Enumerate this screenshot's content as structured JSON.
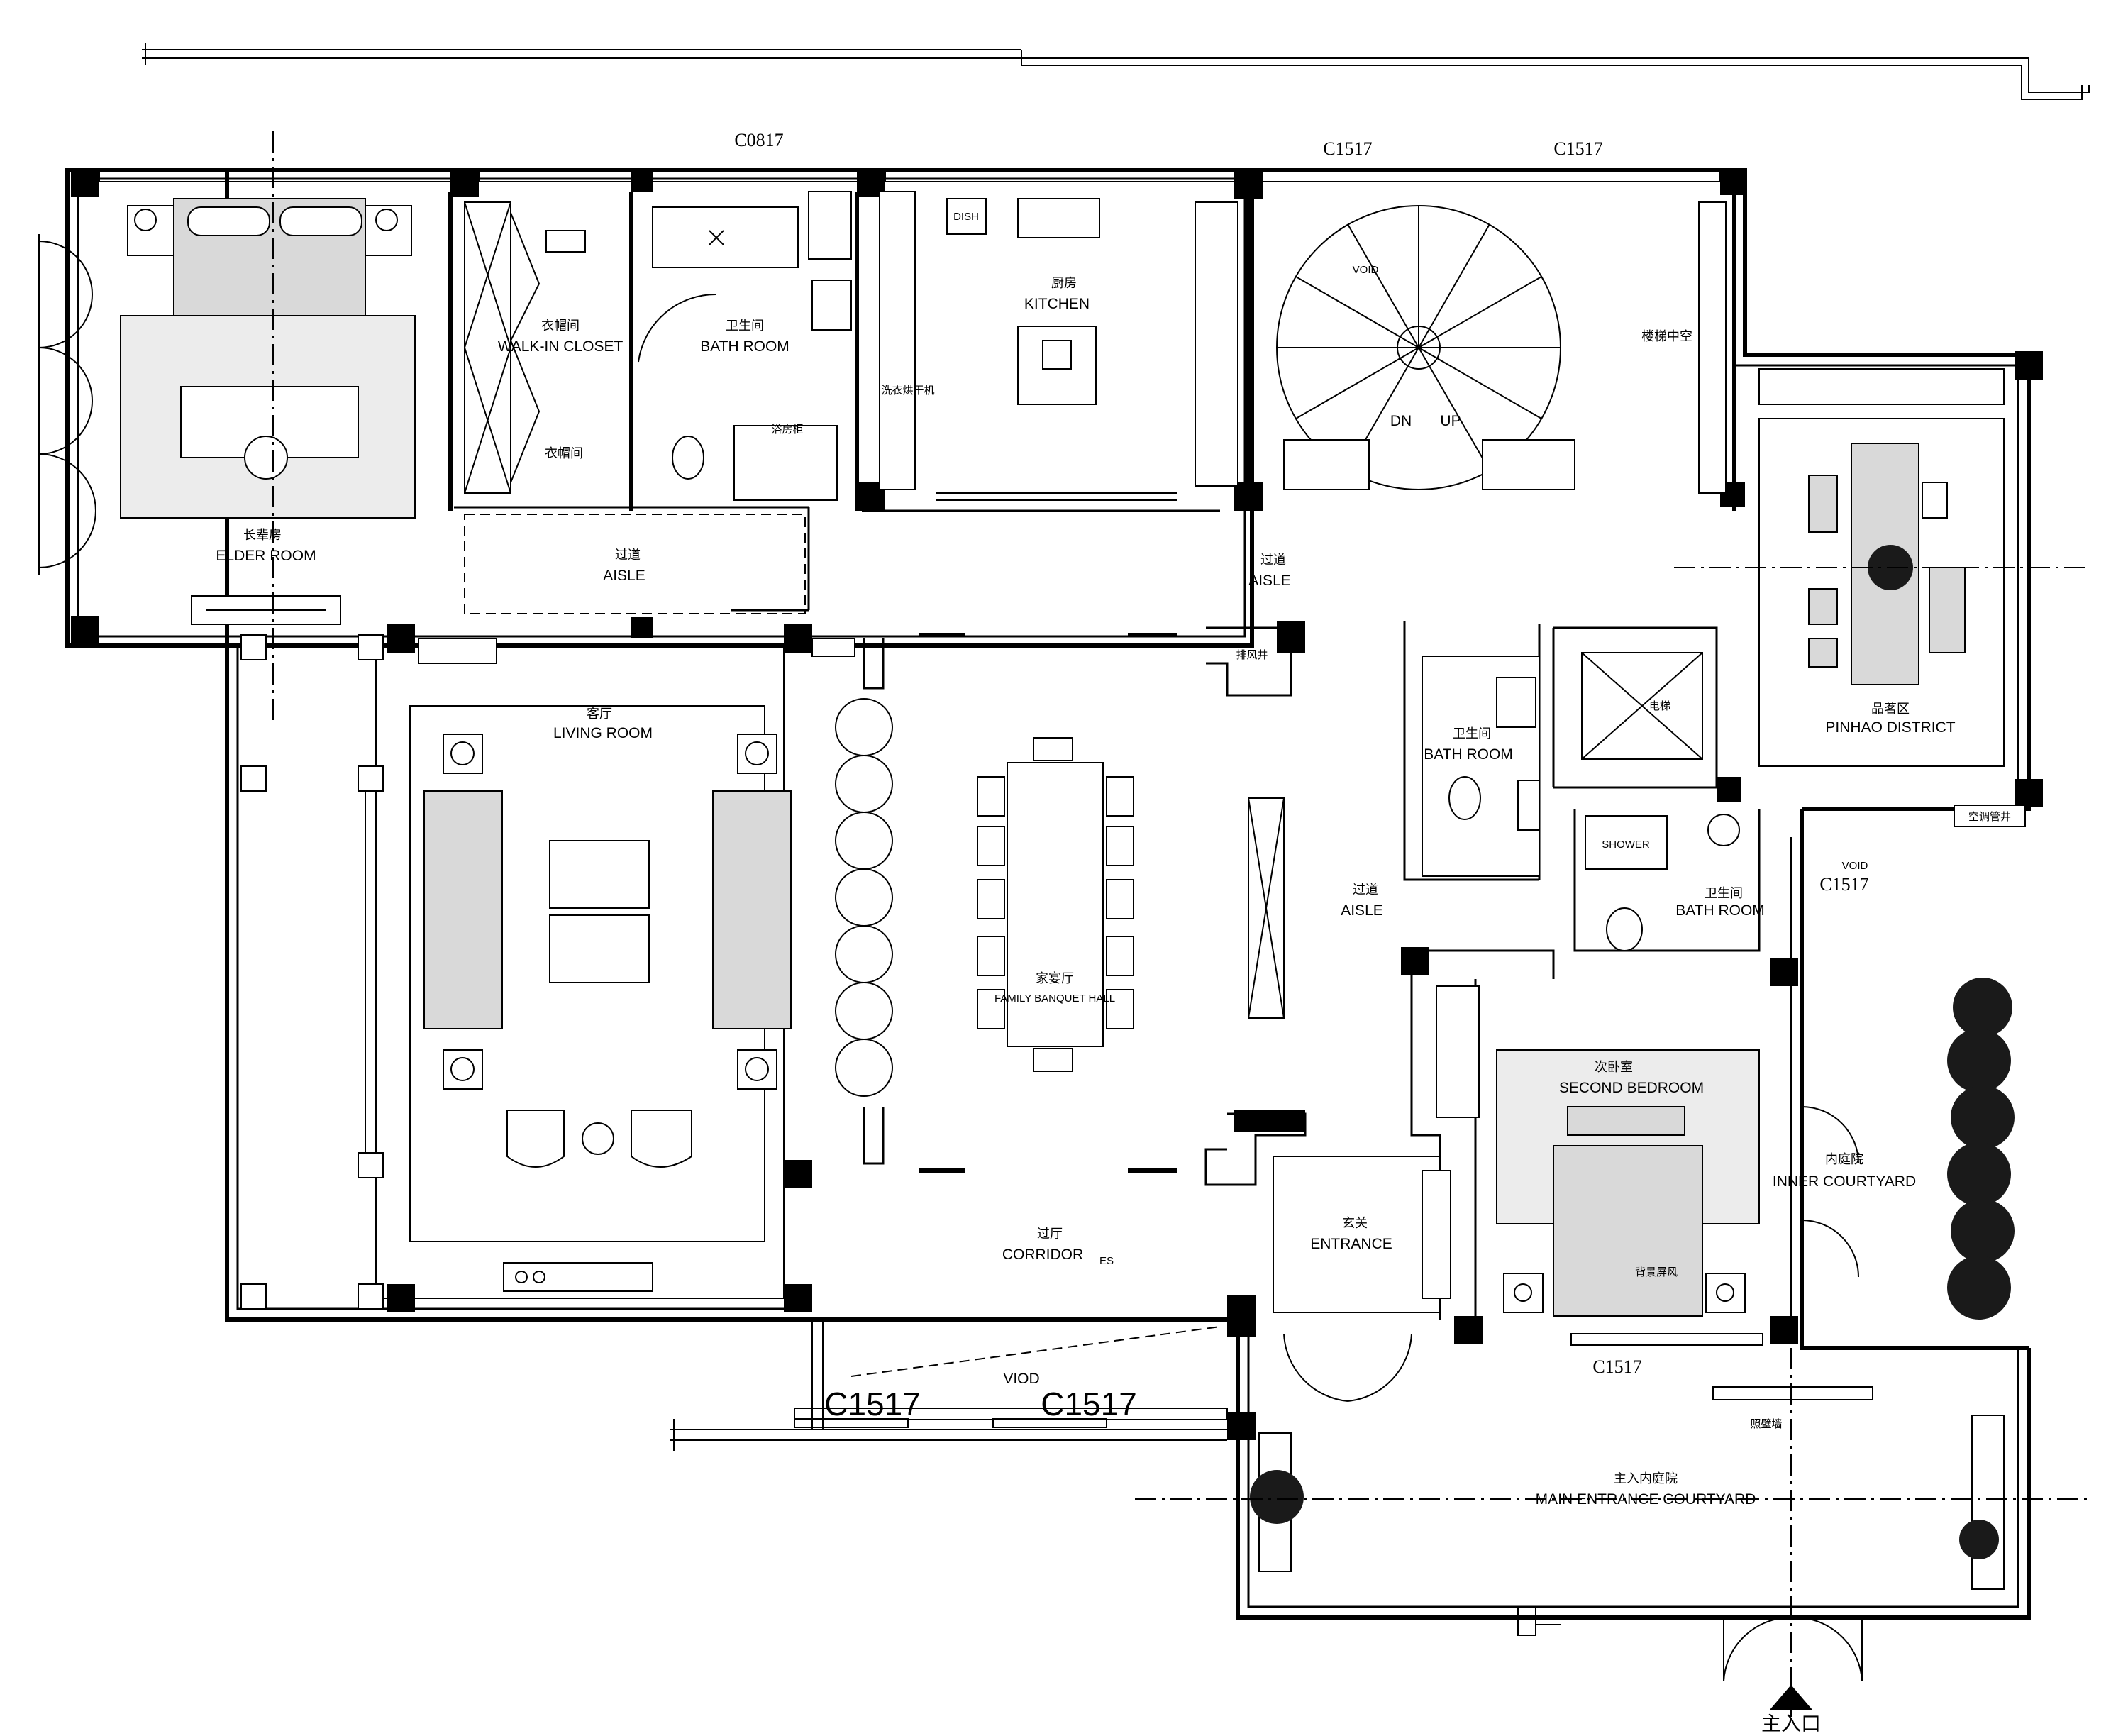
{
  "drawing": {
    "window_codes": {
      "top_left": "C0817",
      "top_stair_1": "C1517",
      "top_stair_2": "C1517",
      "right_courtyard": "C1517",
      "bottom_bedroom": "C1517",
      "bottom_void_1": "C1517",
      "bottom_void_2": "C1517"
    },
    "main_entrance": "主入口"
  },
  "rooms": {
    "elder_room": {
      "cn": "长辈房",
      "en": "ELDER ROOM"
    },
    "walk_in_closet": {
      "cn": "衣帽间",
      "en": "WALK-IN CLOSET",
      "cn2": "衣帽间"
    },
    "bath_top": {
      "cn": "卫生间",
      "en": "BATH ROOM",
      "fixture": "浴房柜"
    },
    "kitchen": {
      "cn": "厨房",
      "en": "KITCHEN",
      "dish": "DISH",
      "appliance": "洗衣烘干机"
    },
    "stair_void": {
      "cn": "楼梯中空",
      "void": "VOID",
      "dn": "DN",
      "up": "UP"
    },
    "pinhao": {
      "cn": "品茗区",
      "en": "PINHAO DISTRICT",
      "ac": "空调管井"
    },
    "aisle_left": {
      "cn": "过道",
      "en": "AISLE"
    },
    "aisle_center": {
      "cn": "过道",
      "en": "AISLE"
    },
    "aisle_right": {
      "cn": "过道",
      "en": "AISLE"
    },
    "living_room": {
      "cn": "客厅",
      "en": "LIVING ROOM"
    },
    "banquet_hall": {
      "cn": "家宴厅",
      "en": "FAMILY BANQUET HALL"
    },
    "exhaust": "排风井",
    "elevator": "电梯",
    "bath_mid": {
      "cn": "卫生间",
      "en": "BATH ROOM"
    },
    "bath_shower": {
      "cn": "卫生间",
      "en": "BATH ROOM",
      "shower": "SHOWER"
    },
    "second_bedroom": {
      "cn": "次卧室",
      "en": "SECOND BEDROOM",
      "screen": "背景屏风"
    },
    "inner_courtyard": {
      "cn": "内庭院",
      "en": "INNER COURTYARD",
      "void": "VOID"
    },
    "corridor": {
      "cn": "过厅",
      "en": "CORRIDOR",
      "tag": "ES"
    },
    "entrance": {
      "cn": "玄关",
      "en": "ENTRANCE"
    },
    "void_bottom": {
      "en": "VIOD"
    },
    "screen_wall": "照壁墙",
    "main_courtyard": {
      "cn": "主入内庭院",
      "en": "MAIN ENTRANCE COURTYARD"
    }
  }
}
